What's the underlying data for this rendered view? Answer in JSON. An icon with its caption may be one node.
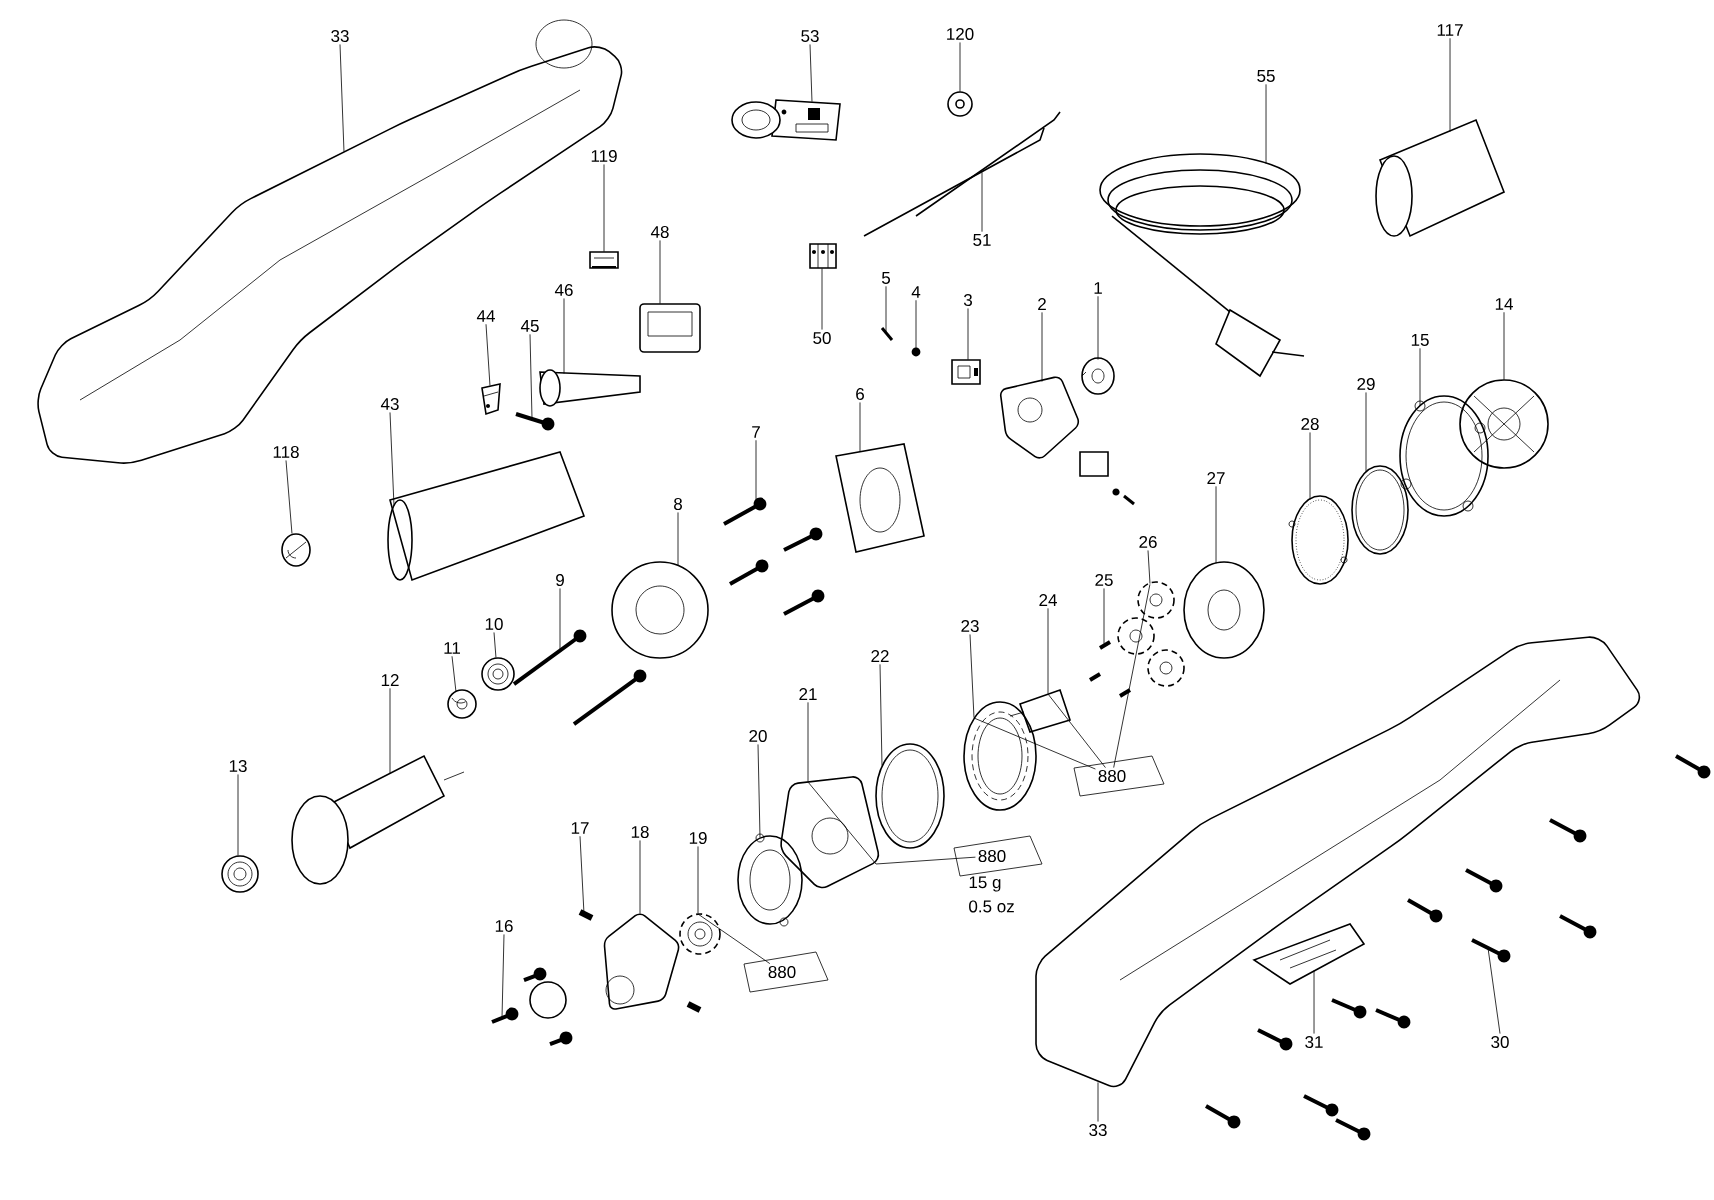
{
  "diagram": {
    "nodes": [
      {
        "text": [
          "33"
        ]
      },
      {
        "text": [
          "53"
        ]
      },
      {
        "text": [
          "120"
        ]
      },
      {
        "text": [
          "117"
        ]
      },
      {
        "text": [
          "55"
        ]
      },
      {
        "text": [
          "119"
        ]
      },
      {
        "text": [
          "48"
        ]
      },
      {
        "text": [
          "51"
        ]
      },
      {
        "text": [
          "5"
        ]
      },
      {
        "text": [
          "4"
        ]
      },
      {
        "text": [
          "3"
        ]
      },
      {
        "text": [
          "2"
        ]
      },
      {
        "text": [
          "1"
        ]
      },
      {
        "text": [
          "14"
        ]
      },
      {
        "text": [
          "50"
        ]
      },
      {
        "text": [
          "46"
        ]
      },
      {
        "text": [
          "44"
        ]
      },
      {
        "text": [
          "45"
        ]
      },
      {
        "text": [
          "15"
        ]
      },
      {
        "text": [
          "6"
        ]
      },
      {
        "text": [
          "43"
        ]
      },
      {
        "text": [
          "118"
        ]
      },
      {
        "text": [
          "7"
        ]
      },
      {
        "text": [
          "29"
        ]
      },
      {
        "text": [
          "28"
        ]
      },
      {
        "text": [
          "27"
        ]
      },
      {
        "text": [
          "8"
        ]
      },
      {
        "text": [
          "26"
        ]
      },
      {
        "text": [
          "9"
        ]
      },
      {
        "text": [
          "25"
        ]
      },
      {
        "text": [
          "24"
        ]
      },
      {
        "text": [
          "10"
        ]
      },
      {
        "text": [
          "23"
        ]
      },
      {
        "text": [
          "11"
        ]
      },
      {
        "text": [
          "22"
        ]
      },
      {
        "text": [
          "12"
        ]
      },
      {
        "text": [
          "21"
        ]
      },
      {
        "text": [
          "20"
        ]
      },
      {
        "text": [
          "13"
        ]
      },
      {
        "text": [
          "17"
        ]
      },
      {
        "text": [
          "18"
        ]
      },
      {
        "text": [
          "19"
        ]
      },
      {
        "text": [
          "16"
        ]
      },
      {
        "text": [
          "31"
        ]
      },
      {
        "text": [
          "30"
        ]
      },
      {
        "text": [
          "33"
        ]
      },
      {
        "text": [],
        "shape": "picture"
      },
      {
        "text": [],
        "shape": "picture"
      },
      {
        "text": [],
        "shape": "picture"
      },
      {
        "text": [],
        "shape": "picture"
      },
      {
        "text": [],
        "shape": "picture"
      },
      {
        "text": [],
        "shape": "picture"
      },
      {
        "text": [],
        "shape": "picture"
      },
      {
        "text": [],
        "shape": "picture"
      },
      {
        "text": [],
        "shape": "picture"
      },
      {
        "text": [],
        "shape": "picture"
      },
      {
        "text": [],
        "shape": "picture"
      },
      {
        "text": [],
        "shape": "picture"
      },
      {
        "text": [],
        "shape": "picture"
      },
      {
        "text": [],
        "shape": "picture"
      },
      {
        "text": [],
        "shape": "picture"
      },
      {
        "text": [],
        "shape": "picture"
      },
      {
        "text": [],
        "shape": "picture"
      },
      {
        "text": [],
        "shape": "picture"
      },
      {
        "text": [],
        "shape": "picture"
      },
      {
        "text": [],
        "shape": "picture"
      },
      {
        "text": [],
        "shape": "picture"
      },
      {
        "text": [],
        "shape": "picture"
      },
      {
        "text": [],
        "shape": "picture"
      },
      {
        "text": [],
        "shape": "picture"
      },
      {
        "text": [],
        "shape": "picture"
      },
      {
        "text": [],
        "shape": "picture"
      },
      {
        "text": [],
        "shape": "picture"
      },
      {
        "text": [],
        "shape": "picture"
      },
      {
        "text": [],
        "shape": "picture"
      },
      {
        "text": [],
        "shape": "picture"
      },
      {
        "text": [],
        "shape": "picture"
      },
      {
        "text": [],
        "shape": "picture"
      },
      {
        "text": [],
        "shape": "picture"
      },
      {
        "text": [],
        "shape": "picture"
      },
      {
        "text": [],
        "shape": "picture"
      },
      {
        "text": [],
        "shape": "picture"
      },
      {
        "text": [],
        "shape": "picture"
      },
      {
        "text": [],
        "shape": "picture"
      },
      {
        "text": [],
        "shape": "picture"
      },
      {
        "text": [],
        "shape": "picture"
      },
      {
        "text": [],
        "shape": "picture"
      },
      {
        "text": [],
        "shape": "picture"
      },
      {
        "text": [],
        "shape": "picture"
      },
      {
        "text": [],
        "shape": "picture"
      },
      {
        "text": [],
        "shape": "picture"
      },
      {
        "text": [],
        "shape": "picture"
      },
      {
        "text": [
          "880"
        ]
      },
      {
        "text": [
          "880"
        ],
        "beside": [
          "15 g",
          "0.5 oz"
        ]
      },
      {
        "text": [
          "880"
        ]
      }
    ],
    "edges": [
      {
        "from": 0,
        "to": 46,
        "arrow": "none"
      },
      {
        "from": 1,
        "to": 47,
        "arrow": "none"
      },
      {
        "from": 2,
        "to": 48,
        "arrow": "none"
      },
      {
        "from": 3,
        "to": 49,
        "arrow": "none"
      },
      {
        "from": 4,
        "to": 50,
        "arrow": "none"
      },
      {
        "from": 5,
        "to": 51,
        "arrow": "none"
      },
      {
        "from": 6,
        "to": 52,
        "arrow": "none"
      },
      {
        "from": 7,
        "to": 53,
        "arrow": "none"
      },
      {
        "from": 8,
        "to": 54,
        "arrow": "none"
      },
      {
        "from": 9,
        "to": 55,
        "arrow": "none"
      },
      {
        "from": 10,
        "to": 56,
        "arrow": "none"
      },
      {
        "from": 11,
        "to": 57,
        "arrow": "none"
      },
      {
        "from": 12,
        "to": 58,
        "arrow": "none"
      },
      {
        "from": 13,
        "to": 59,
        "arrow": "none"
      },
      {
        "from": 14,
        "to": 60,
        "arrow": "none"
      },
      {
        "from": 15,
        "to": 61,
        "arrow": "none"
      },
      {
        "from": 16,
        "to": 62,
        "arrow": "none"
      },
      {
        "from": 17,
        "to": 63,
        "arrow": "none"
      },
      {
        "from": 18,
        "to": 64,
        "arrow": "none"
      },
      {
        "from": 19,
        "to": 65,
        "arrow": "none"
      },
      {
        "from": 20,
        "to": 66,
        "arrow": "none"
      },
      {
        "from": 21,
        "to": 67,
        "arrow": "none"
      },
      {
        "from": 22,
        "to": 68,
        "arrow": "none"
      },
      {
        "from": 23,
        "to": 69,
        "arrow": "none"
      },
      {
        "from": 24,
        "to": 70,
        "arrow": "none"
      },
      {
        "from": 25,
        "to": 71,
        "arrow": "none"
      },
      {
        "from": 26,
        "to": 72,
        "arrow": "none"
      },
      {
        "from": 27,
        "to": 73,
        "arrow": "none"
      },
      {
        "from": 28,
        "to": 74,
        "arrow": "none"
      },
      {
        "from": 29,
        "to": 75,
        "arrow": "none"
      },
      {
        "from": 30,
        "to": 76,
        "arrow": "none"
      },
      {
        "from": 31,
        "to": 77,
        "arrow": "none"
      },
      {
        "from": 32,
        "to": 78,
        "arrow": "none"
      },
      {
        "from": 33,
        "to": 79,
        "arrow": "none"
      },
      {
        "from": 34,
        "to": 80,
        "arrow": "none"
      },
      {
        "from": 35,
        "to": 81,
        "arrow": "none"
      },
      {
        "from": 36,
        "to": 82,
        "arrow": "none"
      },
      {
        "from": 37,
        "to": 83,
        "arrow": "none"
      },
      {
        "from": 38,
        "to": 84,
        "arrow": "none"
      },
      {
        "from": 39,
        "to": 85,
        "arrow": "none"
      },
      {
        "from": 40,
        "to": 86,
        "arrow": "none"
      },
      {
        "from": 41,
        "to": 87,
        "arrow": "none"
      },
      {
        "from": 42,
        "to": 88,
        "arrow": "none"
      },
      {
        "from": 43,
        "to": 89,
        "arrow": "none"
      },
      {
        "from": 44,
        "to": 90,
        "arrow": "none"
      },
      {
        "from": 45,
        "to": 91,
        "arrow": "none"
      },
      {
        "from": 76,
        "to": 92,
        "arrow": "none"
      },
      {
        "from": 73,
        "to": 92,
        "arrow": "none"
      },
      {
        "from": 78,
        "to": 92,
        "arrow": "none"
      },
      {
        "from": 82,
        "to": 93,
        "arrow": "none"
      },
      {
        "from": 87,
        "to": 94,
        "arrow": "none"
      }
    ]
  }
}
